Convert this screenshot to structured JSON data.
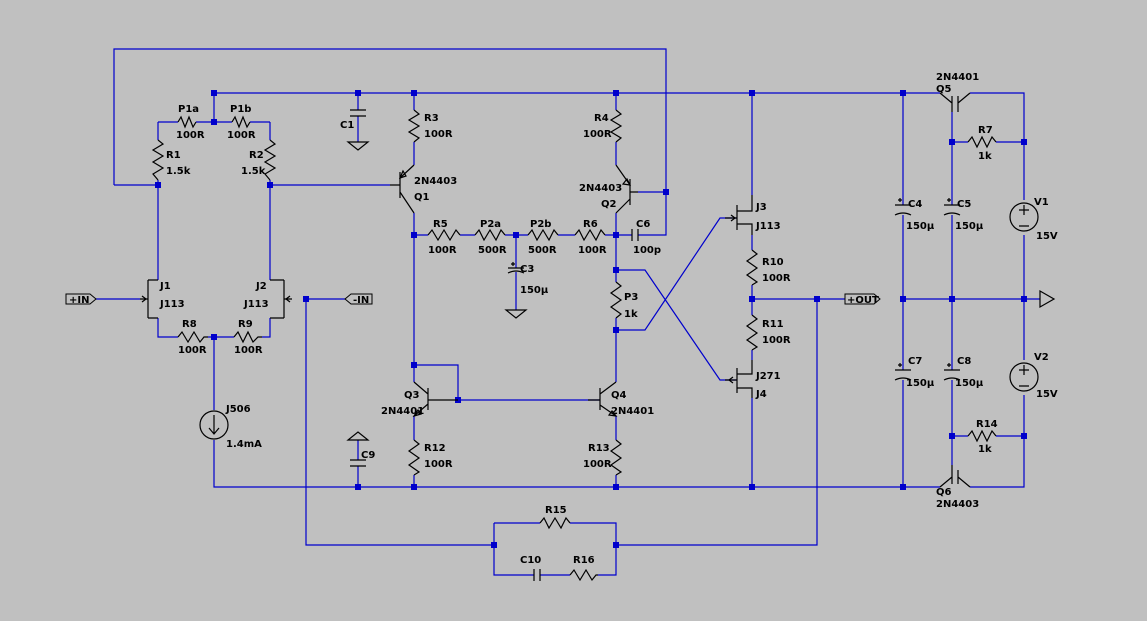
{
  "ports": {
    "in_plus": "+IN",
    "in_minus": "-IN",
    "out_plus": "+OUT"
  },
  "parts": {
    "p1a": {
      "name": "P1a",
      "value": "100R"
    },
    "p1b": {
      "name": "P1b",
      "value": "100R"
    },
    "r1": {
      "name": "R1",
      "value": "1.5k"
    },
    "r2": {
      "name": "R2",
      "value": "1.5k"
    },
    "c1": {
      "name": "C1"
    },
    "r3": {
      "name": "R3",
      "value": "100R"
    },
    "q1": {
      "name": "Q1",
      "value": "2N4403"
    },
    "r4": {
      "name": "R4",
      "value": "100R"
    },
    "q2": {
      "name": "Q2",
      "value": "2N4403"
    },
    "r5": {
      "name": "R5",
      "value": "100R"
    },
    "p2a": {
      "name": "P2a",
      "value": "500R"
    },
    "p2b": {
      "name": "P2b",
      "value": "500R"
    },
    "r6": {
      "name": "R6",
      "value": "100R"
    },
    "c6": {
      "name": "C6",
      "value": "100p"
    },
    "c3": {
      "name": "C3",
      "value": "150µ"
    },
    "p3": {
      "name": "P3",
      "value": "1k"
    },
    "j3": {
      "name": "J3",
      "value": "J113"
    },
    "r10": {
      "name": "R10",
      "value": "100R"
    },
    "r11": {
      "name": "R11",
      "value": "100R"
    },
    "j4": {
      "name": "J4",
      "value": "J271"
    },
    "j1": {
      "name": "J1",
      "value": "J113"
    },
    "j2": {
      "name": "J2",
      "value": "J113"
    },
    "r8": {
      "name": "R8",
      "value": "100R"
    },
    "r9": {
      "name": "R9",
      "value": "100R"
    },
    "j506": {
      "name": "J506",
      "value": "1.4mA"
    },
    "q3": {
      "name": "Q3",
      "value": "2N4401"
    },
    "q4": {
      "name": "Q4",
      "value": "2N4401"
    },
    "r12": {
      "name": "R12",
      "value": "100R"
    },
    "r13": {
      "name": "R13",
      "value": "100R"
    },
    "c9": {
      "name": "C9"
    },
    "r15": {
      "name": "R15"
    },
    "c10": {
      "name": "C10"
    },
    "r16": {
      "name": "R16"
    },
    "q5": {
      "name": "Q5",
      "value": "2N4401"
    },
    "r7": {
      "name": "R7",
      "value": "1k"
    },
    "c4": {
      "name": "C4",
      "value": "150µ"
    },
    "c5": {
      "name": "C5",
      "value": "150µ"
    },
    "v1": {
      "name": "V1",
      "value": "15V"
    },
    "c7": {
      "name": "C7",
      "value": "150µ"
    },
    "c8": {
      "name": "C8",
      "value": "150µ"
    },
    "v2": {
      "name": "V2",
      "value": "15V"
    },
    "r14": {
      "name": "R14",
      "value": "1k"
    },
    "q6": {
      "name": "Q6",
      "value": "2N4403"
    }
  },
  "colors": {
    "background": "#c0c0c0",
    "wire": "#0000cc",
    "component": "#000000"
  }
}
